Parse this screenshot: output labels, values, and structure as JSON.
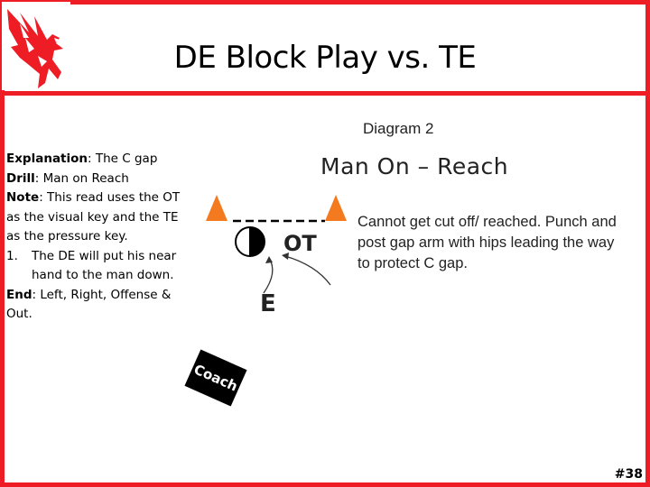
{
  "slide": {
    "title": "DE Block Play vs. TE",
    "page_number": "#38"
  },
  "explanation": {
    "explanation_label": "Explanation",
    "explanation_text": ": The C gap",
    "drill_label": "Drill",
    "drill_text": ": Man on Reach",
    "note_label": "Note",
    "note_text": ": This read uses the OT as the visual key and the TE as the pressure key.",
    "item1_num": "1.",
    "item1_text": "The DE will put his near hand to the man down.",
    "end_label": "End",
    "end_text": ": Left, Right, Offense & Out."
  },
  "diagram": {
    "caption": "Diagram 2",
    "heading": "Man On – Reach",
    "description": "Cannot get cut off/ reached.  Punch and post gap arm with hips leading the way to protect C gap.",
    "ot_label": "OT",
    "e_label": "E"
  },
  "coach_badge": {
    "label": "Coach"
  },
  "colors": {
    "accent_red": "#ee1c25",
    "cone_orange": "#f47a20"
  }
}
